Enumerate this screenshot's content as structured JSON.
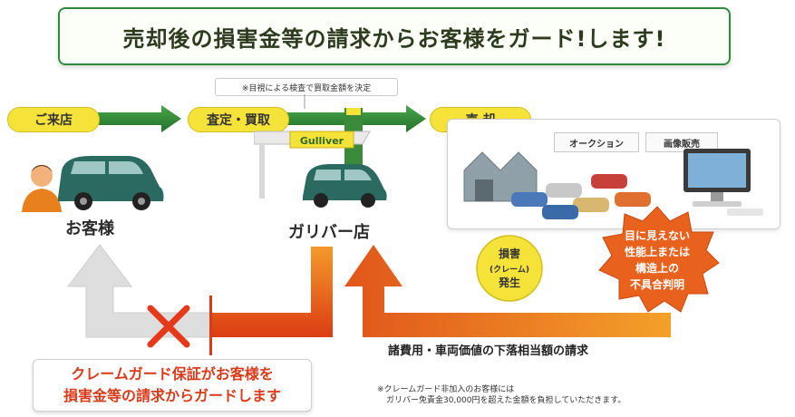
{
  "title": "売却後の損害金等の請求からお客様をガード!します!",
  "inspection_note": "※目視による検査で買取金額を決定",
  "steps": {
    "visit": "ご来店",
    "appraisal": "査定・買取",
    "sale": "売 却"
  },
  "labels": {
    "customer": "お客様",
    "store": "ガリバー店"
  },
  "sale_channels": {
    "auction": "オークション",
    "online": "画像販売"
  },
  "store_sign": "Gulliver",
  "damage_badge": [
    "損害",
    "(クレーム)",
    "発生"
  ],
  "defect_badge": [
    "目に見えない",
    "性能上または",
    "構造上の",
    "不具合判明"
  ],
  "claim_text": "諸費用・車両価値の下落相当額の請求",
  "guard_text": [
    "クレームガード保証がお客様を",
    "損害金等の請求からガードします"
  ],
  "footnote": [
    "※クレームガード非加入のお客様には",
    "ガリバー免責金30,000円を超えた金額を負担していただきます。"
  ],
  "colors": {
    "green": "#2f8a3a",
    "yellow": "#f6e33a",
    "orange": "#ee6a1e",
    "red_cross": "#e53a1a"
  }
}
